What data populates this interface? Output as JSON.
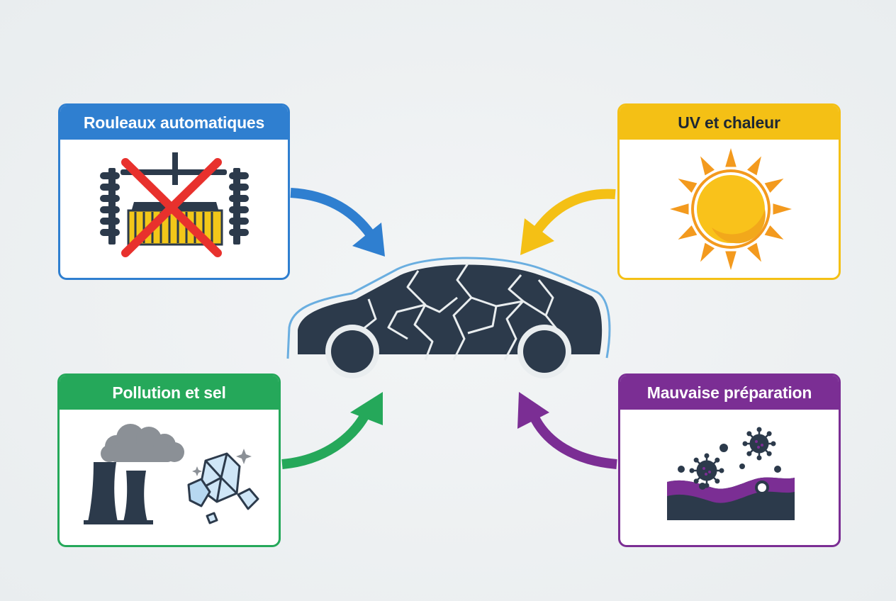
{
  "causes": {
    "rollers": {
      "title": "Rouleaux automatiques",
      "icon": "car-wash-brush-crossed-icon",
      "color": "#2f7fd0"
    },
    "uv": {
      "title": "UV et chaleur",
      "icon": "sun-icon",
      "color": "#f4c015"
    },
    "pollution": {
      "title": "Pollution et sel",
      "icon": "factory-smoke-salt-crystals-icon",
      "color": "#25a85a"
    },
    "prep": {
      "title": "Mauvaise préparation",
      "icon": "contaminated-surface-icon",
      "color": "#7b2e94"
    }
  },
  "center": {
    "icon": "cracked-car-icon",
    "color": "#2c3a4b",
    "outline": "#6aaee0"
  },
  "arrows": [
    {
      "from": "rollers",
      "to": "center"
    },
    {
      "from": "uv",
      "to": "center"
    },
    {
      "from": "pollution",
      "to": "center"
    },
    {
      "from": "prep",
      "to": "center"
    }
  ]
}
